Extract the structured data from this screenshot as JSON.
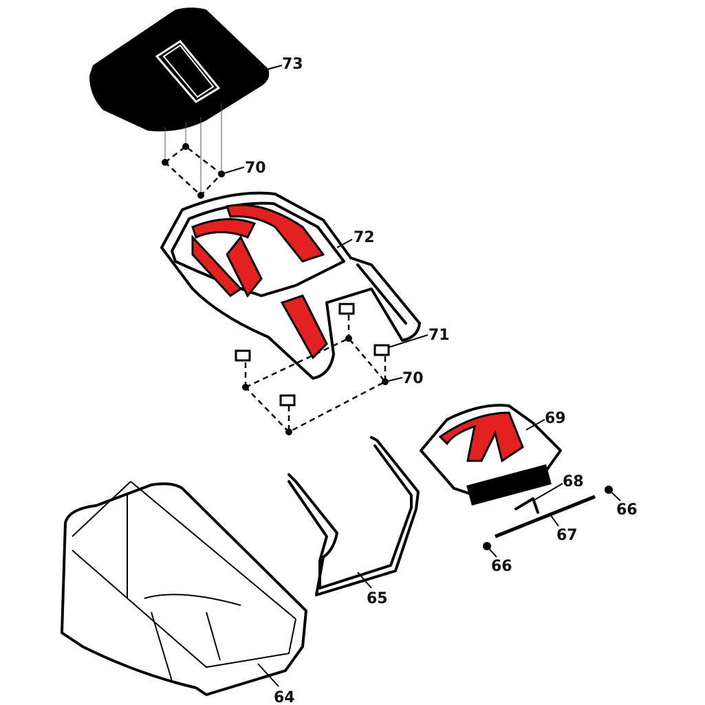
{
  "diagram": {
    "title": "Grass catcher exploded parts view",
    "colors": {
      "accent_red": "#e3211f",
      "line": "#000000"
    },
    "parts": [
      {
        "id": "p73",
        "label": "73"
      },
      {
        "id": "p70a",
        "label": "70"
      },
      {
        "id": "p72",
        "label": "72"
      },
      {
        "id": "p71",
        "label": "71"
      },
      {
        "id": "p70b",
        "label": "70"
      },
      {
        "id": "p69",
        "label": "69"
      },
      {
        "id": "p68",
        "label": "68"
      },
      {
        "id": "p66a",
        "label": "66"
      },
      {
        "id": "p67",
        "label": "67"
      },
      {
        "id": "p66b",
        "label": "66"
      },
      {
        "id": "p65",
        "label": "65"
      },
      {
        "id": "p64",
        "label": "64"
      }
    ]
  }
}
